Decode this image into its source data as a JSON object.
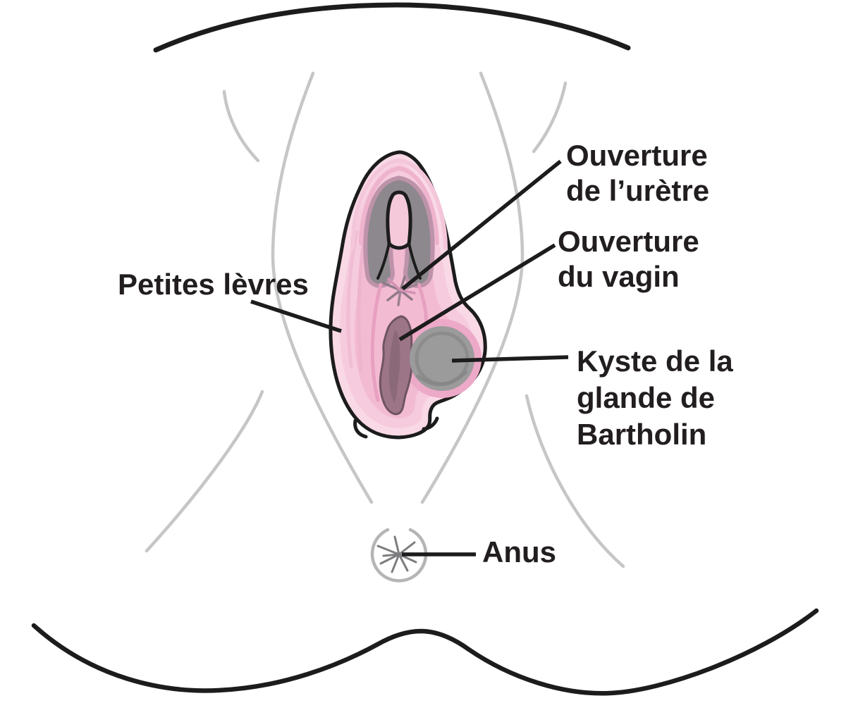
{
  "figure": {
    "description_language": "fr",
    "colors": {
      "background": "#ffffff",
      "ink_black": "#1c1c1c",
      "text_color": "#221e1f",
      "body_contour_gray": "#c6c6c8",
      "labia_light_pink": "#f9d9e6",
      "labia_mid_pink": "#f6cbdd",
      "labia_deep_pink": "#f3bbd2",
      "fold_pink": "#e7a0c0",
      "hood_shadow_mauve": "#8d888d",
      "hood_rim_mauve": "#bd93aa",
      "vaginal_opening_mauve": "#9c7586",
      "vaginal_opening_rim": "#6f5462",
      "cyst_gray": "#9b9b9c",
      "cyst_ring_gray": "#8b8b8c",
      "anus_ring_gray": "#b5b5b7",
      "star_gray": "#7d7d80"
    }
  },
  "labels": {
    "petites_levres": {
      "lines": [
        "Petites lèvres"
      ]
    },
    "ouverture_uretre": {
      "lines": [
        "Ouverture",
        "de l’urètre"
      ]
    },
    "ouverture_vagin": {
      "lines": [
        "Ouverture",
        "du vagin"
      ]
    },
    "kyste_bartholin": {
      "lines": [
        "Kyste de la",
        "glande de",
        "Bartholin"
      ]
    },
    "anus": {
      "lines": [
        "Anus"
      ]
    }
  }
}
